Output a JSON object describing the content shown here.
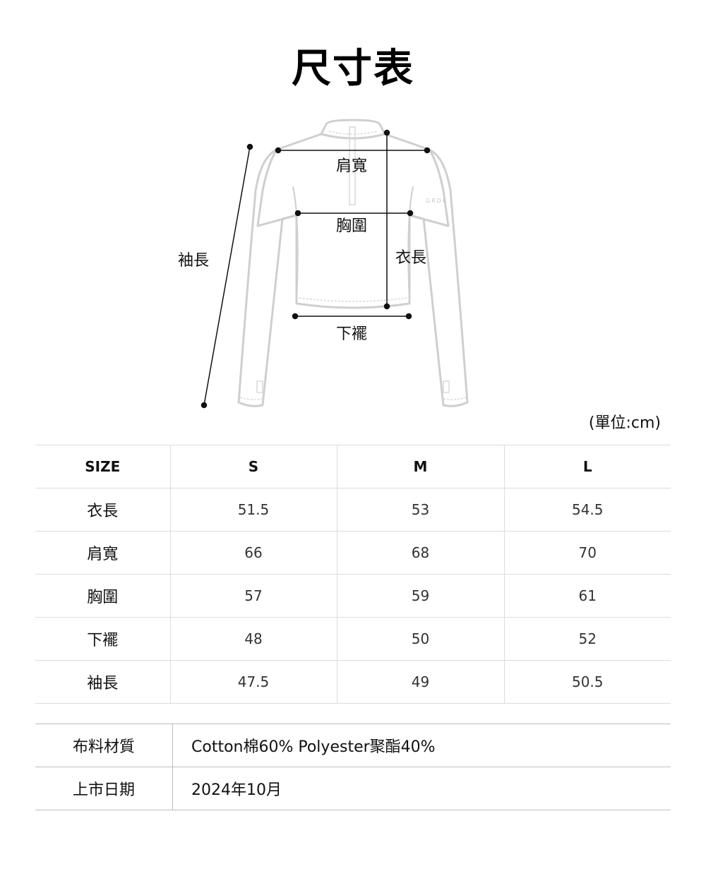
{
  "title": "尺寸表",
  "diagram": {
    "labels": {
      "shoulder": "肩寬",
      "chest": "胸圍",
      "length": "衣長",
      "hem": "下襬",
      "sleeve": "袖長"
    },
    "brand_mark": "GRDL"
  },
  "unit": "(單位:cm)",
  "size_table": {
    "headers": [
      "SIZE",
      "S",
      "M",
      "L"
    ],
    "rows": [
      {
        "label": "衣長",
        "values": [
          "51.5",
          "53",
          "54.5"
        ]
      },
      {
        "label": "肩寬",
        "values": [
          "66",
          "68",
          "70"
        ]
      },
      {
        "label": "胸圍",
        "values": [
          "57",
          "59",
          "61"
        ]
      },
      {
        "label": "下襬",
        "values": [
          "48",
          "50",
          "52"
        ]
      },
      {
        "label": "袖長",
        "values": [
          "47.5",
          "49",
          "50.5"
        ]
      }
    ]
  },
  "info": {
    "fabric_label": "布料材質",
    "fabric_value": "Cotton棉60% Polyester聚酯40%",
    "release_label": "上市日期",
    "release_value": "2024年10月"
  },
  "colors": {
    "garment_outline": "#cfcfcf",
    "measure_line": "#111111",
    "table_border": "#dcdcdc"
  }
}
